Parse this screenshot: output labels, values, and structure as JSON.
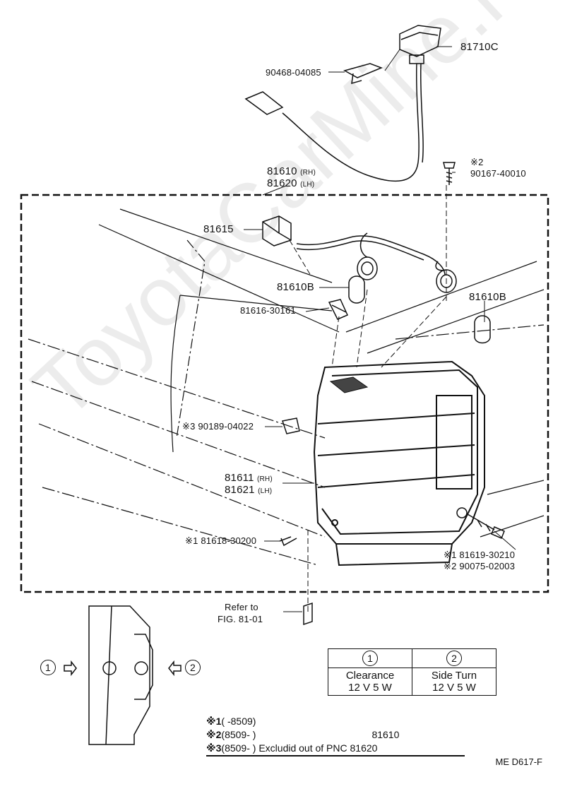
{
  "parts": {
    "p81710c": "81710C",
    "p90468": "90468-04085",
    "star2_mark": "※2",
    "p90167": "90167-40010",
    "p81610": "81610",
    "p81610_side": "(RH)",
    "p81620": "81620",
    "p81620_side": "(LH)",
    "p81615": "81615",
    "p81610b_left": "81610B",
    "p81616": "81616-30161",
    "p81610b_right": "81610B",
    "p90189": "※3 90189-04022",
    "p81611": "81611",
    "p81611_side": "(RH)",
    "p81621": "81621",
    "p81621_side": "(LH)",
    "p81618": "※1 81618-30200",
    "p81619": "※1 81619-30210",
    "p90075": "※2 90075-02003",
    "refer_line1": "Refer to",
    "refer_line2": "FIG. 81-01"
  },
  "view_labels": {
    "left_num": "1",
    "right_num": "2"
  },
  "spec_table": {
    "col1_num": "1",
    "col2_num": "2",
    "col1_name": "Clearance",
    "col2_name": "Side Turn",
    "col1_rating": "12 V  5 W",
    "col2_rating": "12 V  5 W"
  },
  "notes": {
    "n1_mark": "※1",
    "n1_text": "(          -8509)",
    "n2_mark": "※2",
    "n2_text": "(8509-           )",
    "n2_pnc": "81610",
    "n3_mark": "※3",
    "n3_text": "(8509-           )",
    "n3_excl": "Excludid out of PNC 81620"
  },
  "figure_code": "ME  D617-F",
  "watermark": "ToyotaCarMine.ru"
}
